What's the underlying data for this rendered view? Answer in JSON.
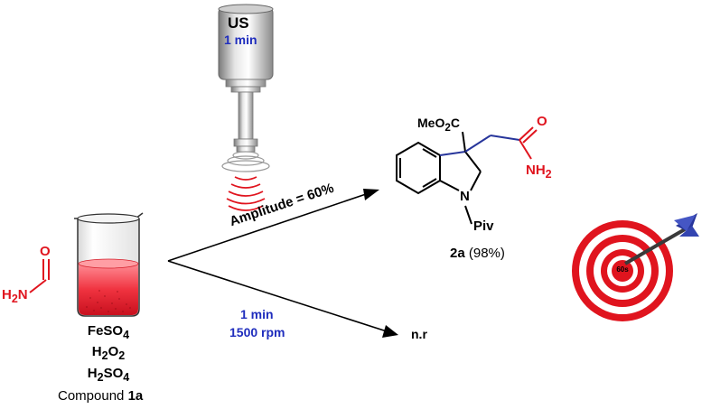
{
  "probe": {
    "label": "US",
    "time": "1 min"
  },
  "formamide": {
    "oxygen": "O",
    "amine_html": "H<sub>2</sub>N"
  },
  "reagents": {
    "line1_html": "FeSO<sub>4</sub>",
    "line2_html": "H<sub>2</sub>O<sub>2</sub>",
    "line3_html": "H<sub>2</sub>SO<sub>4</sub>",
    "line4_prefix": "Compound ",
    "line4_bold": "1a"
  },
  "upper_arrow_label": "Amplitude = 60%",
  "lower_arrow": {
    "time": "1 min",
    "speed": "1500 rpm"
  },
  "no_reaction": "n.r",
  "product": {
    "ester_html": "MeO<sub>2</sub>C",
    "amide_o": "O",
    "amide_n_html": "NH<sub>2</sub>",
    "ring_n": "N",
    "protecting_group": "Piv",
    "compound_bold": "2a",
    "yield": " (98%)"
  },
  "target": {
    "label": "60s"
  },
  "colors": {
    "red": "#e0141e",
    "blue": "#1f2dbd",
    "dark_blue": "#27359b",
    "grey": "#9a9a9a"
  }
}
